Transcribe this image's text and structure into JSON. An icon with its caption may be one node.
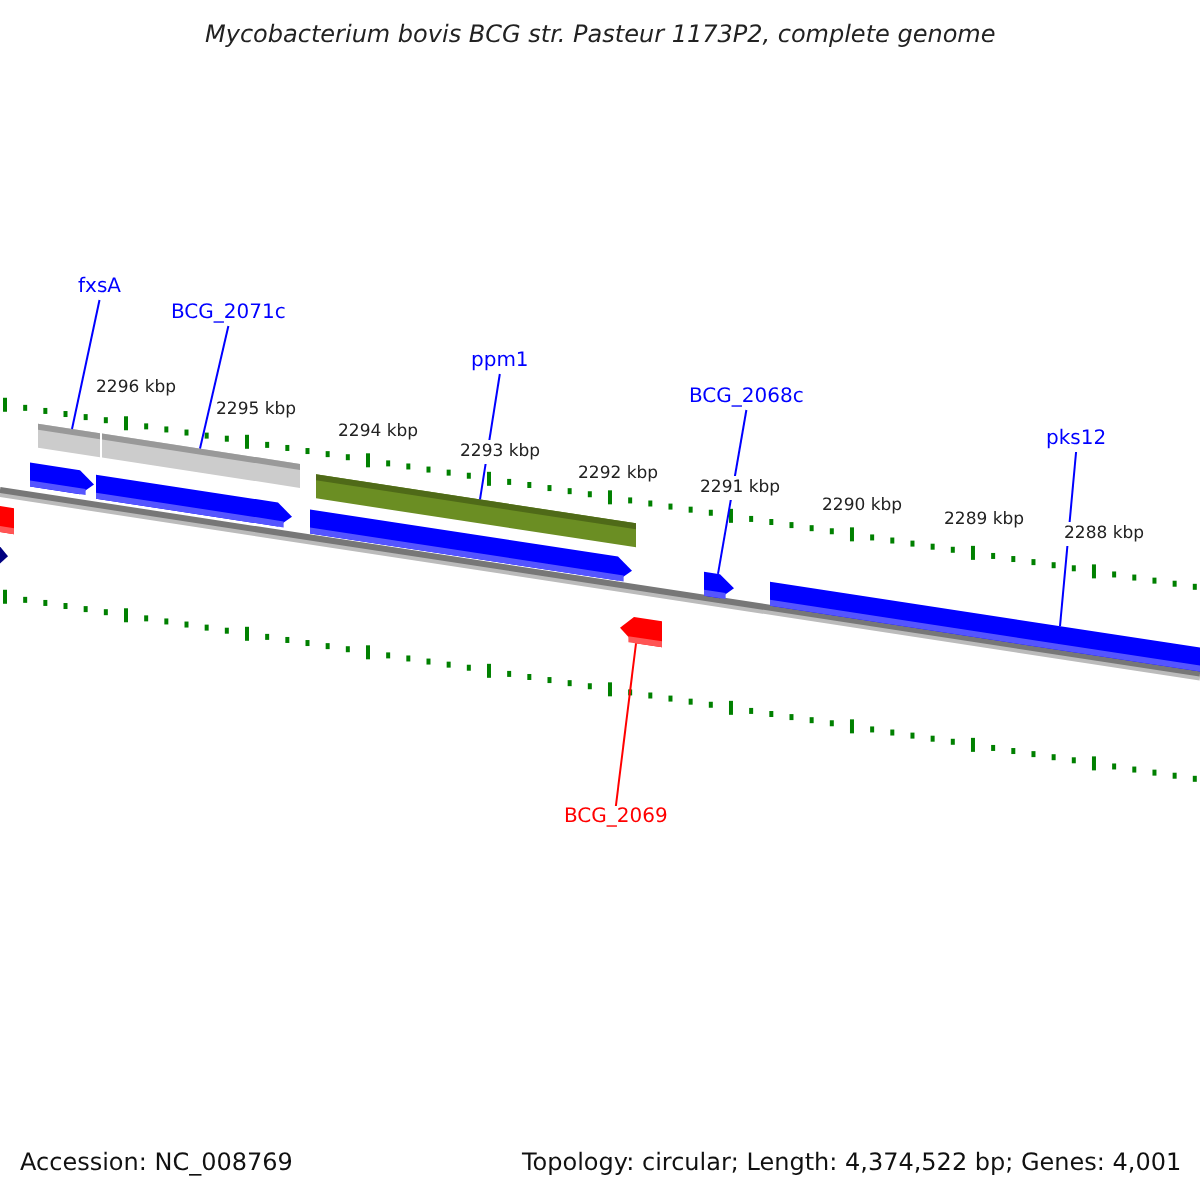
{
  "diagram": {
    "title": "Mycobacterium bovis BCG str. Pasteur 1173P2, complete genome",
    "nodes": [
      {
        "text": [
          "fxsA"
        ]
      },
      {
        "text": [
          "BCG_2071c"
        ]
      },
      {
        "text": [
          "ppm1"
        ]
      },
      {
        "text": [
          "BCG_2068c"
        ]
      },
      {
        "text": [
          "pks12"
        ]
      },
      {
        "text": [
          "BCG_2069"
        ]
      },
      {
        "text": [],
        "shape": "arrow"
      },
      {
        "text": [],
        "shape": "arrow"
      },
      {
        "text": [],
        "shape": "arrow"
      },
      {
        "text": [],
        "shape": "bar"
      },
      {
        "text": [],
        "shape": "arrow"
      },
      {
        "text": [],
        "shape": "bar"
      },
      {
        "text": [],
        "shape": "arrow"
      },
      {
        "text": [],
        "shape": "bar"
      },
      {
        "text": [],
        "shape": "arrow"
      },
      {
        "text": [],
        "shape": "arrow"
      },
      {
        "text": [],
        "shape": "bar"
      }
    ],
    "edges": [
      {
        "from": 0,
        "to": 9,
        "arrow": "none"
      },
      {
        "from": 1,
        "to": 11,
        "arrow": "none"
      },
      {
        "from": 2,
        "to": 13,
        "arrow": "none"
      },
      {
        "from": 3,
        "to": 15,
        "arrow": "none"
      },
      {
        "from": 4,
        "to": 16,
        "arrow": "none"
      },
      {
        "from": 5,
        "to": 14,
        "arrow": "none",
        "color": "#ff0000"
      }
    ],
    "labels": [
      "2296 kbp",
      "2295 kbp",
      "2294 kbp",
      "2293 kbp",
      "2292 kbp",
      "2291 kbp",
      "2290 kbp",
      "2289 kbp",
      "2288 kbp",
      "Accession: NC_008769",
      "Topology: circular; Length: 4,374,522 bp; Genes: 4,001"
    ]
  }
}
